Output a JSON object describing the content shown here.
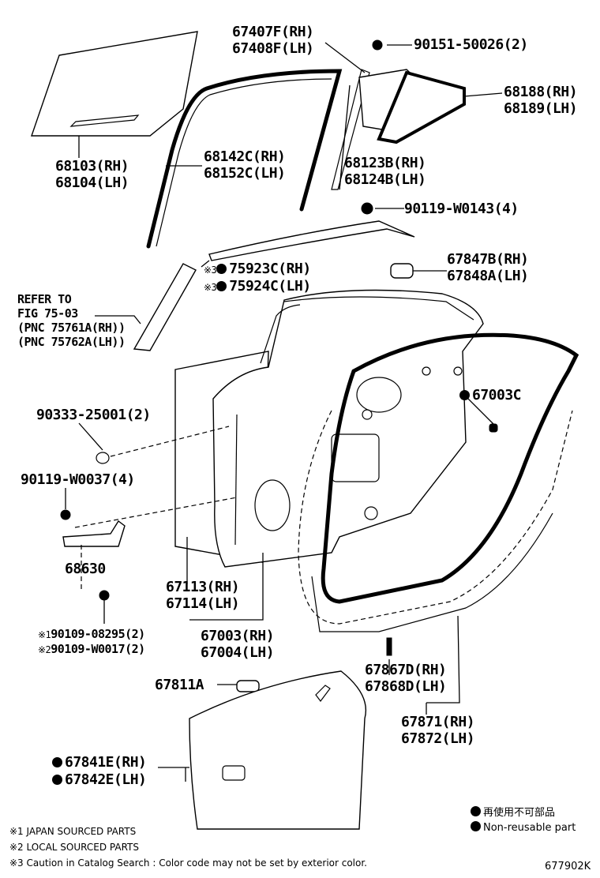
{
  "labels": {
    "p67407": "67407F(RH)\n67408F(LH)",
    "p90151": "90151-50026(2)",
    "p68188": "68188(RH)\n68189(LH)",
    "p68103": "68103(RH)\n68104(LH)",
    "p68142": "68142C(RH)\n68152C(LH)",
    "p68123": "68123B(RH)\n68124B(LH)",
    "p90119a": "90119-W0143(4)",
    "p75923_mark": "※3",
    "p75923": "75923C(RH)",
    "p75924_mark": "※3",
    "p75924": "75924C(LH)",
    "p67847": "67847B(RH)\n67848A(LH)",
    "refer": "REFER TO\nFIG 75-03\n(PNC 75761A(RH))\n(PNC 75762A(LH))",
    "p67003c": "67003C",
    "p90333": "90333-25001(2)",
    "p90119b": "90119-W0037(4)",
    "p68630": "68630",
    "p67113": "67113(RH)\n67114(LH)",
    "p67003": "67003(RH)\n67004(LH)",
    "p90109a_mark": "※1",
    "p90109a": "90109-08295(2)",
    "p90109b_mark": "※2",
    "p90109b": "90109-W0017(2)",
    "p67867": "67867D(RH)\n67868D(LH)",
    "p67811": "67811A",
    "p67871": "67871(RH)\n67872(LH)",
    "p67841": "67841E(RH)",
    "p67842": "67842E(LH)"
  },
  "legend": {
    "nonreusable_jp": "再使用不可部品",
    "nonreusable_en": "Non-reusable part"
  },
  "notes": {
    "n1": "※1 JAPAN SOURCED PARTS",
    "n2": "※2 LOCAL SOURCED PARTS",
    "n3": "※3 Caution in Catalog Search : Color code may not be set by exterior color."
  },
  "figure_code": "677902K"
}
